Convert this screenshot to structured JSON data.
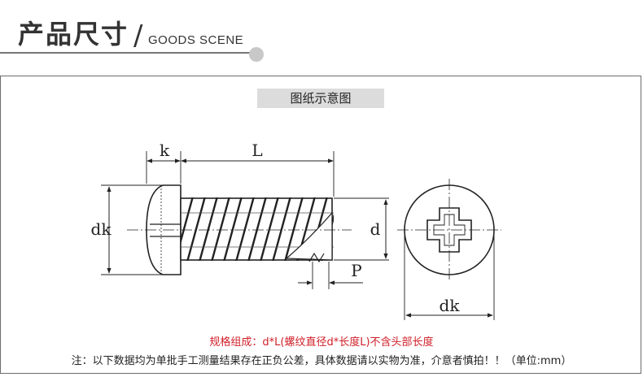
{
  "header": {
    "title": "产品尺寸",
    "slash": "/",
    "subtitle": "GOODS SCENE"
  },
  "drawing": {
    "label": "图纸示意图",
    "dims": {
      "k": "k",
      "L": "L",
      "dk_side": "dk",
      "d": "d",
      "P": "P",
      "dk_end": "dk"
    }
  },
  "spec_note": "规格组成：d*L(螺纹直径d*长度L)不含头部长度",
  "footer_note": "注：以下数据均为单批手工测量结果存在正负公差，具体数据请以实物为准，介意者慎拍！！（单位:mm）",
  "colors": {
    "accent_red": "#d0202a",
    "label_bg": "#dcdcdc",
    "frame": "#6d6d6d"
  }
}
